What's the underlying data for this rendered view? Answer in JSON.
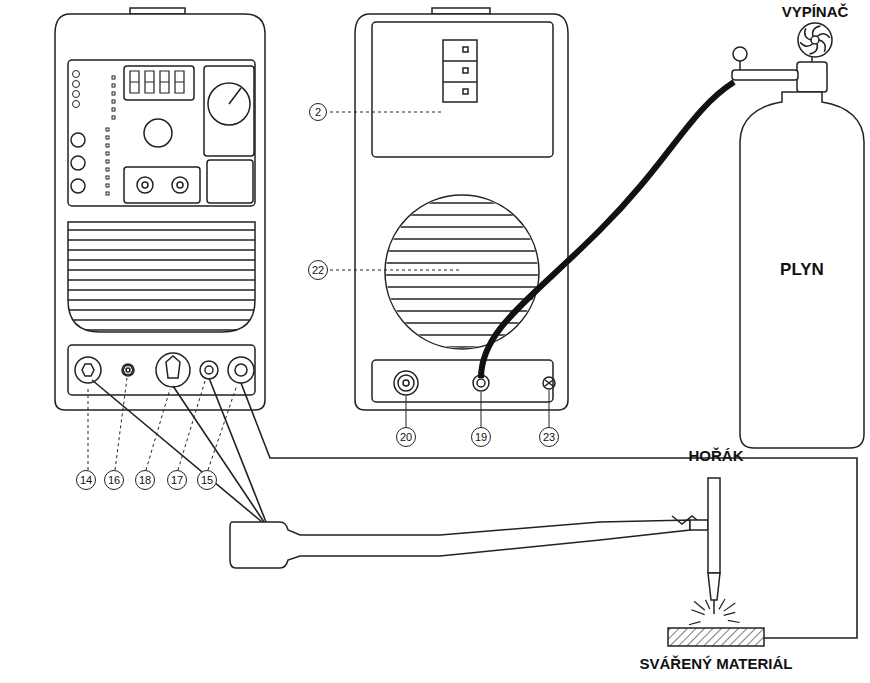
{
  "diagram": {
    "nodes": [
      {
        "text": [
          "14"
        ]
      },
      {
        "text": [
          "16"
        ]
      },
      {
        "text": [
          "18"
        ]
      },
      {
        "text": [
          "17"
        ]
      },
      {
        "text": [
          "15"
        ]
      },
      {
        "text": [
          "2"
        ]
      },
      {
        "text": [
          "22"
        ]
      },
      {
        "text": [
          "20"
        ]
      },
      {
        "text": [
          "19"
        ]
      },
      {
        "text": [
          "23"
        ]
      },
      {
        "text": [
          "PLYN"
        ]
      }
    ],
    "labels": [
      "VYPÍNAČ",
      "HOŘÁK",
      "SVÁŘENÝ MATERIÁL"
    ]
  }
}
